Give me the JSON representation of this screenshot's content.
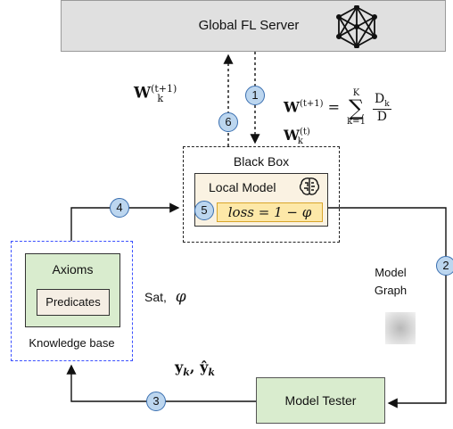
{
  "server": {
    "label": "Global FL Server"
  },
  "black_box": {
    "label": "Black Box"
  },
  "local_model": {
    "label": "Local Model",
    "loss": "loss = 1 − φ"
  },
  "knowledge_base": {
    "label": "Knowledge base",
    "axioms": "Axioms",
    "predicates": "Predicates"
  },
  "tester": {
    "label": "Model Tester"
  },
  "model_graph": {
    "line1": "Model",
    "line2": "Graph"
  },
  "labels": {
    "weights_sup": "(t+1)",
    "weights_sub": "k",
    "sat": "Sat,",
    "phi": "φ",
    "outputs": "y",
    "outputs_hat": "ŷ"
  },
  "equation": {
    "lhs_sup": "(t+1)",
    "sum_top": "K",
    "sum_bottom": "k=1",
    "num": "D",
    "num_sub": "k",
    "den": "D",
    "rhs_sup": "(t)",
    "rhs_sub": "k"
  },
  "steps": [
    "1",
    "2",
    "3",
    "4",
    "5",
    "6"
  ],
  "colors": {
    "circle": "#bcd6ef",
    "green": "#d9ecce",
    "loss": "#fde8a8",
    "kb_border": "#3a4fff"
  },
  "icons": {
    "server": "network-icon",
    "model": "brain-icon"
  }
}
